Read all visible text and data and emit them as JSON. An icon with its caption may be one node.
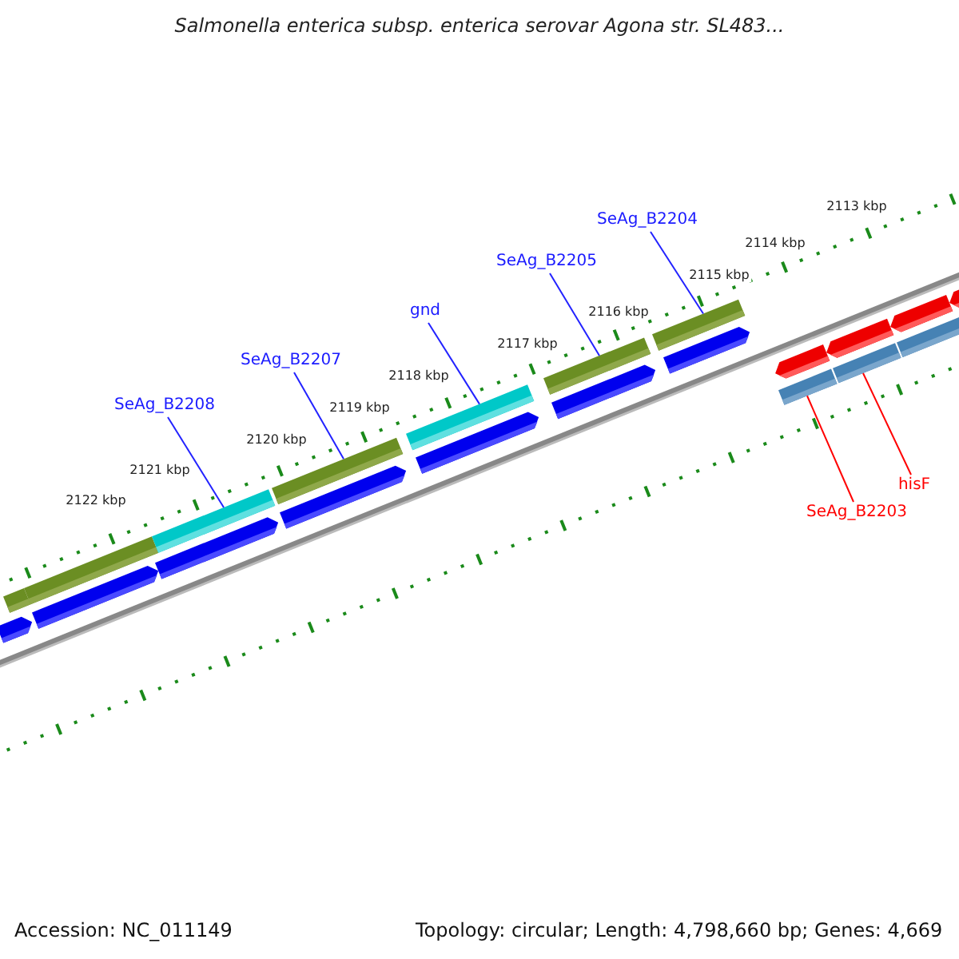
{
  "diagram": {
    "title": "Salmonella enterica subsp. enterica serovar Agona str. SL483...",
    "nodes": [
      {
        "text": [
          "SeAg_B2208"
        ]
      },
      {
        "text": [
          "SeAg_B2207"
        ]
      },
      {
        "text": [
          "gnd"
        ]
      },
      {
        "text": [
          "SeAg_B2205"
        ]
      },
      {
        "text": [
          "SeAg_B2204"
        ]
      },
      {
        "text": [
          "SeAg_B2203"
        ]
      },
      {
        "text": [
          "hisF"
        ]
      },
      {
        "text": [],
        "shape": "bar"
      },
      {
        "text": [],
        "shape": "bar"
      },
      {
        "text": [],
        "shape": "bar"
      },
      {
        "text": [],
        "shape": "bar"
      },
      {
        "text": [],
        "shape": "bar"
      },
      {
        "text": [],
        "shape": "bar"
      },
      {
        "text": [],
        "shape": "bar"
      },
      {
        "text": [],
        "shape": "pentagon"
      },
      {
        "text": [],
        "shape": "pentagon"
      },
      {
        "text": [],
        "shape": "pentagon"
      },
      {
        "text": [],
        "shape": "pentagon"
      },
      {
        "text": [],
        "shape": "pentagon"
      },
      {
        "text": [],
        "shape": "pentagon"
      },
      {
        "text": [],
        "shape": "pentagon"
      },
      {
        "text": [],
        "shape": "pentagon"
      },
      {
        "text": [],
        "shape": "pentagon"
      },
      {
        "text": [],
        "shape": "pentagon"
      },
      {
        "text": [],
        "shape": "pentagon"
      },
      {
        "text": [],
        "shape": "bar"
      },
      {
        "text": [],
        "shape": "bar"
      },
      {
        "text": [],
        "shape": "bar"
      }
    ],
    "edges": [
      {
        "from": 0,
        "to": 9,
        "arrow": "none"
      },
      {
        "from": 1,
        "to": 10,
        "arrow": "none"
      },
      {
        "from": 2,
        "to": 11,
        "arrow": "none"
      },
      {
        "from": 3,
        "to": 12,
        "arrow": "none"
      },
      {
        "from": 4,
        "to": 13,
        "arrow": "none"
      },
      {
        "from": 5,
        "to": 25,
        "arrow": "none",
        "color": "#ff0000"
      },
      {
        "from": 6,
        "to": 26,
        "arrow": "none",
        "color": "#ff0000"
      }
    ],
    "labels": [
      "2113 kbp",
      "2114 kbp",
      "2115 kbp",
      "2116 kbp",
      "2117 kbp",
      "2118 kbp",
      "2119 kbp",
      "2120 kbp",
      "2121 kbp",
      "2122 kbp",
      "Accession: NC_011149",
      "Topology: circular; Length: 4,798,660 bp; Genes: 4,669"
    ]
  }
}
